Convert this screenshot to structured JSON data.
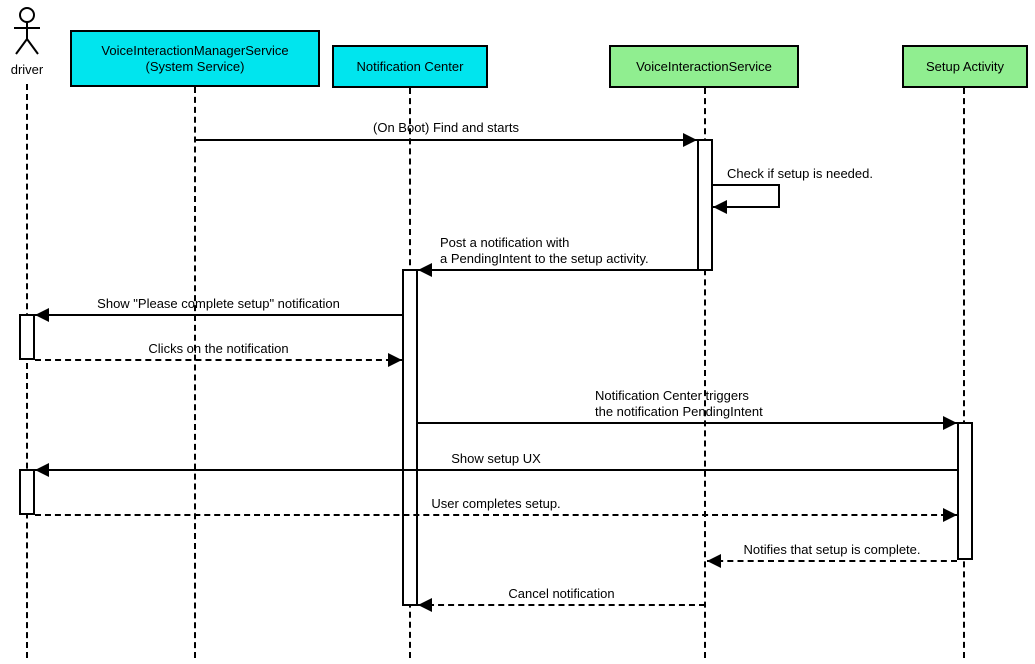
{
  "actor": {
    "label": "driver"
  },
  "participants": [
    {
      "label_line1": "VoiceInteractionManagerService",
      "label_line2": "(System Service)",
      "fill": "#00e5ee"
    },
    {
      "label": "Notification Center",
      "fill": "#00e5ee"
    },
    {
      "label": "VoiceInteractionService",
      "fill": "#90ee90"
    },
    {
      "label": "Setup Activity",
      "fill": "#90ee90"
    }
  ],
  "messages": [
    {
      "label": "(On Boot) Find and starts",
      "from": "VoiceInteractionManagerService (System Service)",
      "to": "VoiceInteractionService",
      "style": "solid"
    },
    {
      "label": "Check if setup is needed.",
      "from": "VoiceInteractionService",
      "to": "VoiceInteractionService",
      "style": "solid-self"
    },
    {
      "label_line1": "Post a notification with",
      "label_line2": "a PendingIntent to the setup activity.",
      "from": "VoiceInteractionService",
      "to": "Notification Center",
      "style": "solid"
    },
    {
      "label": "Show \"Please complete setup\" notification",
      "from": "Notification Center",
      "to": "driver",
      "style": "solid"
    },
    {
      "label": "Clicks on the notification",
      "from": "driver",
      "to": "Notification Center",
      "style": "dashed"
    },
    {
      "label_line1": "Notification Center triggers",
      "label_line2": "the notification PendingIntent",
      "from": "Notification Center",
      "to": "Setup Activity",
      "style": "solid"
    },
    {
      "label": "Show setup UX",
      "from": "Setup Activity",
      "to": "driver",
      "style": "solid"
    },
    {
      "label": "User completes setup.",
      "from": "driver",
      "to": "Setup Activity",
      "style": "dashed"
    },
    {
      "label": "Notifies that setup is complete.",
      "from": "Setup Activity",
      "to": "VoiceInteractionService",
      "style": "dashed"
    },
    {
      "label": "Cancel notification",
      "from": "VoiceInteractionService",
      "to": "Notification Center",
      "style": "dashed"
    }
  ],
  "colors": {
    "participant_cyan": "#00e5ee",
    "participant_green": "#90ee90",
    "line": "#000000",
    "background": "#ffffff"
  }
}
